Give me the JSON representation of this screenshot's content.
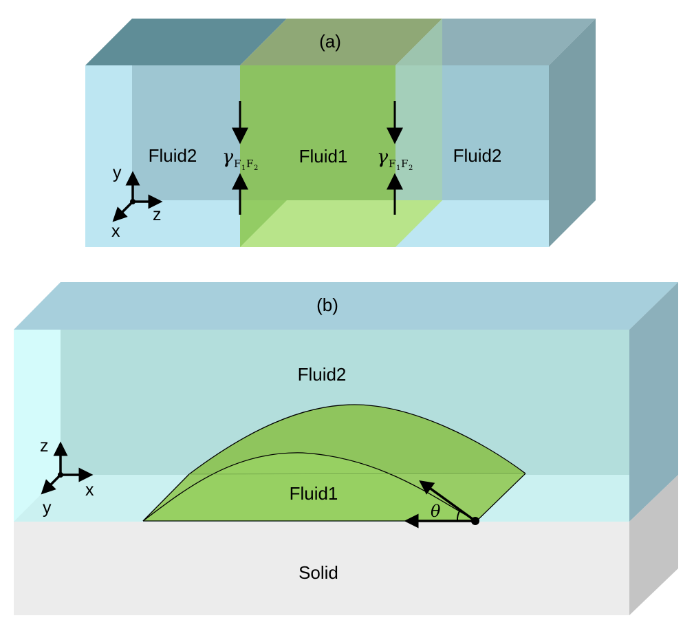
{
  "panel_a": {
    "caption": "(a)",
    "left_label": "Fluid2",
    "center_label": "Fluid1",
    "right_label": "Fluid2",
    "tension_symbol": "γ",
    "tension_sub_1": "F",
    "tension_sub_1_index": "1",
    "tension_sub_2": "F",
    "tension_sub_2_index": "2",
    "axes": {
      "y": "y",
      "z": "z",
      "x": "x"
    }
  },
  "panel_b": {
    "caption": "(b)",
    "upper_label": "Fluid2",
    "drop_label": "Fluid1",
    "substrate_label": "Solid",
    "angle_symbol": "θ",
    "axes": {
      "z": "z",
      "x": "x",
      "y": "y"
    }
  },
  "colors": {
    "fluid2": "#bde6f2",
    "fluid1": "#9fd873",
    "solid": "#ececec",
    "line": "#000000"
  }
}
